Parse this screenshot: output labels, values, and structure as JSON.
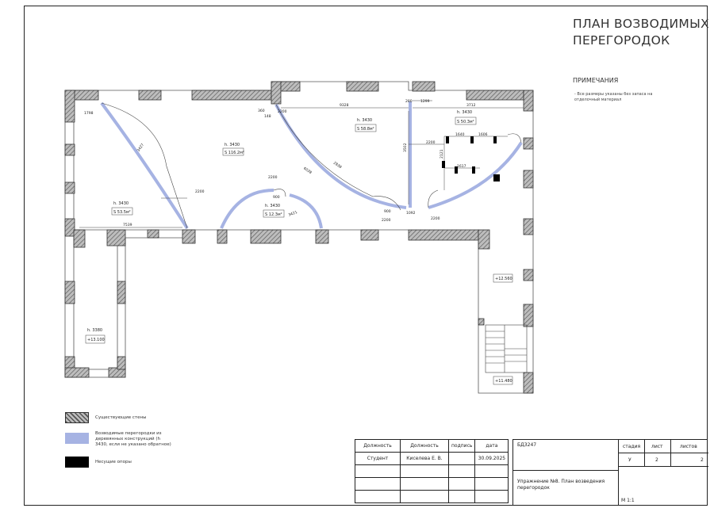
{
  "title": {
    "line1": "ПЛАН ВОЗВОДИМЫХ",
    "line2": "ПЕРЕГОРОДОК"
  },
  "notes": {
    "heading": "ПРИМЕЧАНИЯ",
    "text": "- Все размеры указаны без запаса на отделочный материал"
  },
  "plan": {
    "rooms": [
      {
        "height": "h. 3430",
        "area": "S 116.2м²"
      },
      {
        "height": "h. 3430",
        "area": "S 58.8м²"
      },
      {
        "height": "h. 3430",
        "area": "S 50.3м²"
      },
      {
        "height": "h. 3430",
        "area": "S 53.5м²"
      },
      {
        "height": "h. 3430",
        "area": "S 12.3м²"
      },
      {
        "height": "h. 3380",
        "area": ""
      }
    ],
    "levels": [
      "+12.560",
      "+13.100",
      "+11.480"
    ],
    "dimensions": {
      "d9328": "9328",
      "d3712": "3712",
      "d1299": "1299",
      "d280": "280",
      "d1798": "1798",
      "d7539": "7539",
      "d2200a": "2200",
      "d2200b": "2200",
      "d2200c": "2200",
      "d2200d": "2200",
      "d2200e": "2200",
      "d2200f": "2200",
      "d3502": "3502",
      "d1640": "1640",
      "d1606": "1606",
      "d1617": "1617",
      "d2121": "2121",
      "d360": "360",
      "d148": "148",
      "d900a": "900",
      "d900b": "900",
      "d1092": "1092",
      "d6038": "6038",
      "d2838": "2838",
      "d3427": "3427",
      "d3421": "3421"
    }
  },
  "legend": {
    "existing_walls": "Существующие стены",
    "partitions": "Возводимые перегородки из деревянных конструкций (h 3430, если не указано обратное)",
    "supports": "Несущие опоры",
    "colors": {
      "partition": "#a6b3e3",
      "wall_hatch": "#777777",
      "support": "#000000"
    }
  },
  "stamp": {
    "header": [
      "Должность",
      "Должность",
      "подпись",
      "дата"
    ],
    "row1": [
      "Студент",
      "Киселева Е. В.",
      "",
      "30.09.2025"
    ],
    "code": "БДЗ247",
    "stage_header": [
      "стадия",
      "лист",
      "листов"
    ],
    "stage_values": [
      "У",
      "2",
      "2"
    ],
    "exercise": "Упражнение №8. План возведения перегородок",
    "scale": "М 1:1"
  }
}
